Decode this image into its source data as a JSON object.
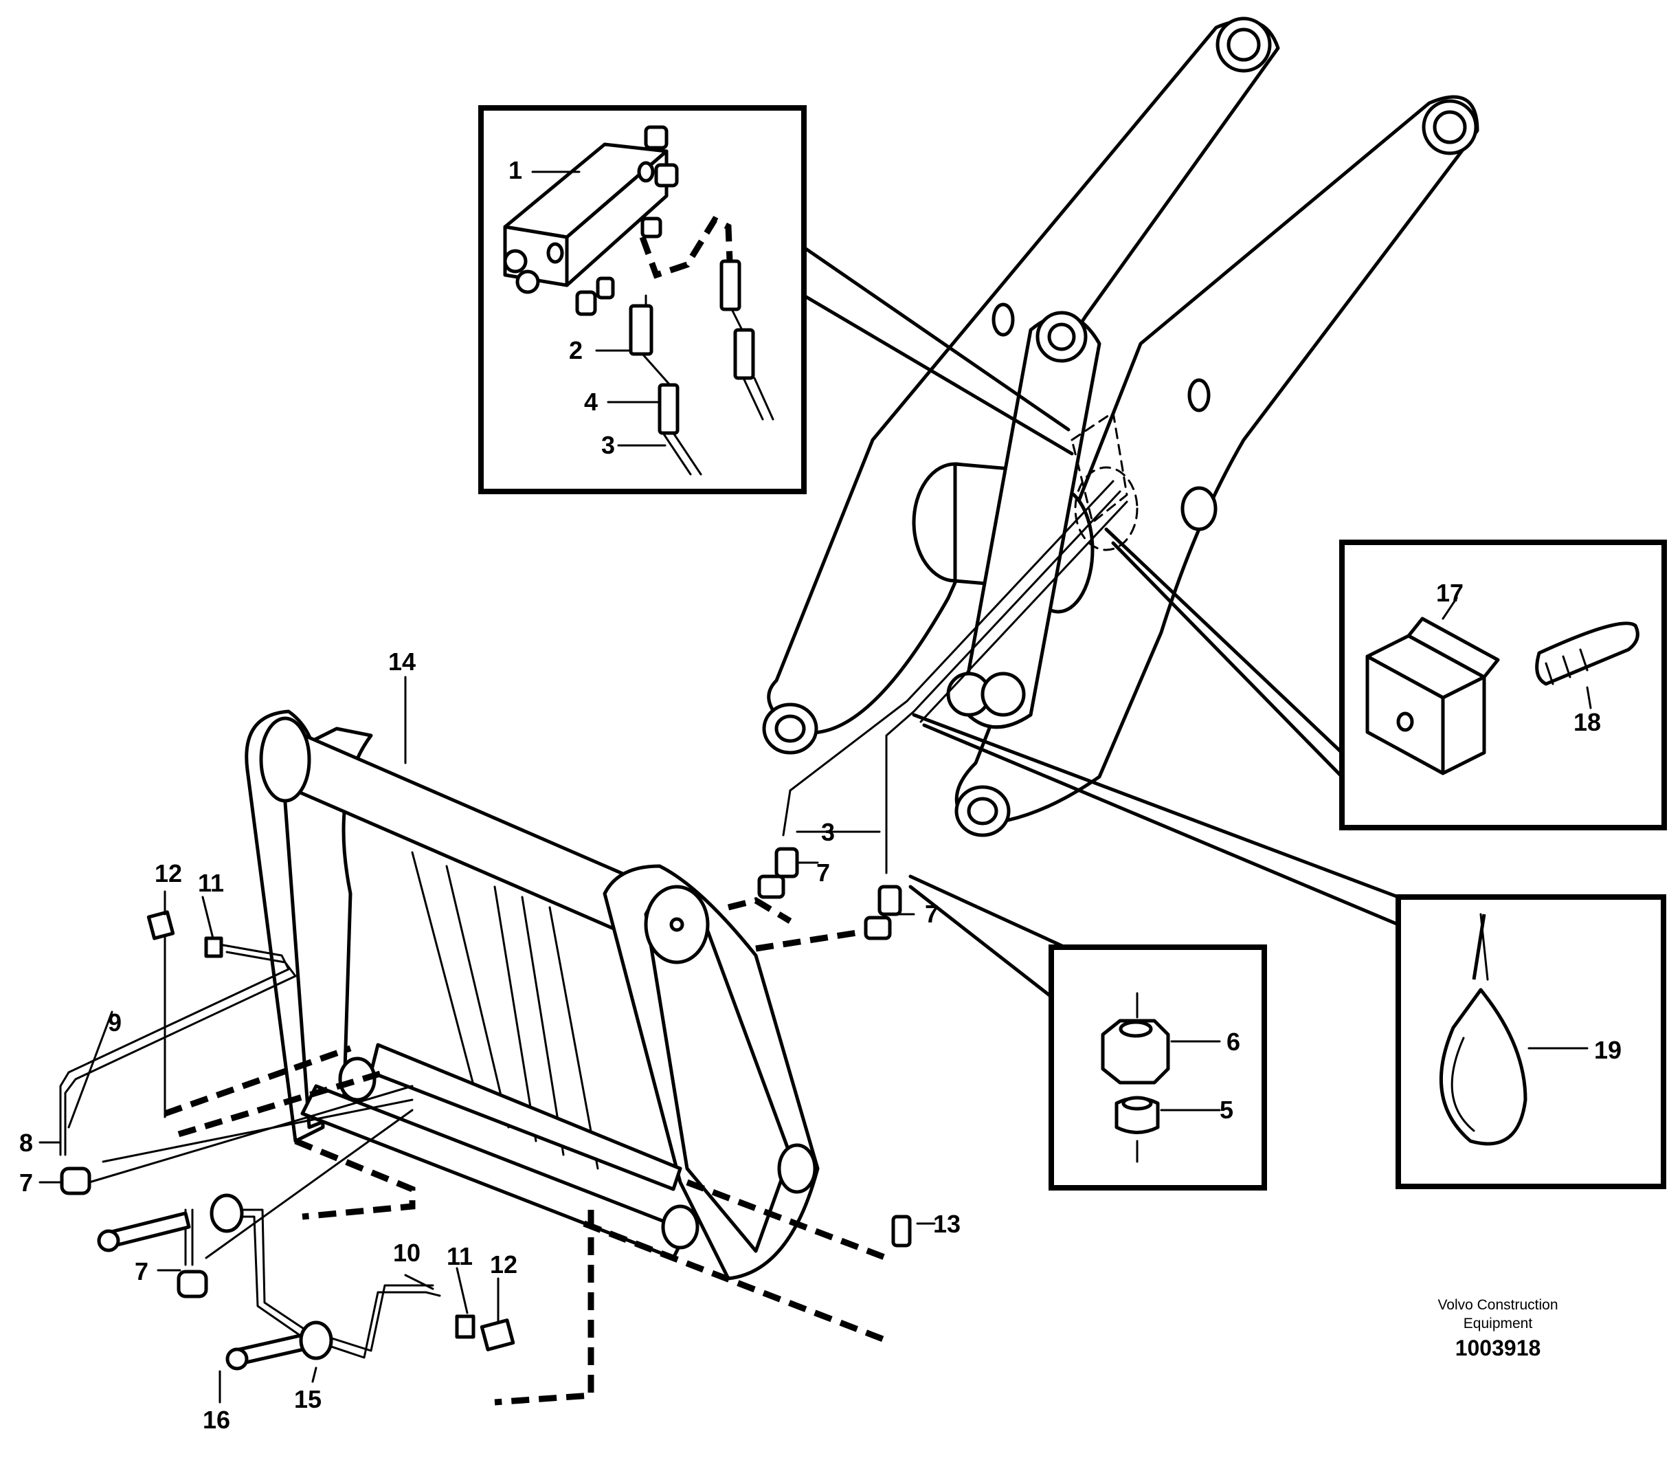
{
  "callouts": {
    "c1": "1",
    "c2": "2",
    "c3_top": "3",
    "c4": "4",
    "c3_mid": "3",
    "c5": "5",
    "c6": "6",
    "c7_a": "7",
    "c7_b": "7",
    "c7_c": "7",
    "c7_d": "7",
    "c8": "8",
    "c9": "9",
    "c10": "10",
    "c11_a": "11",
    "c11_b": "11",
    "c12_a": "12",
    "c12_b": "12",
    "c13": "13",
    "c14": "14",
    "c15": "15",
    "c16": "16",
    "c17": "17",
    "c18": "18",
    "c19": "19"
  },
  "credit": {
    "line1": "Volvo Construction",
    "line2": "Equipment",
    "doc_number": "1003918"
  }
}
